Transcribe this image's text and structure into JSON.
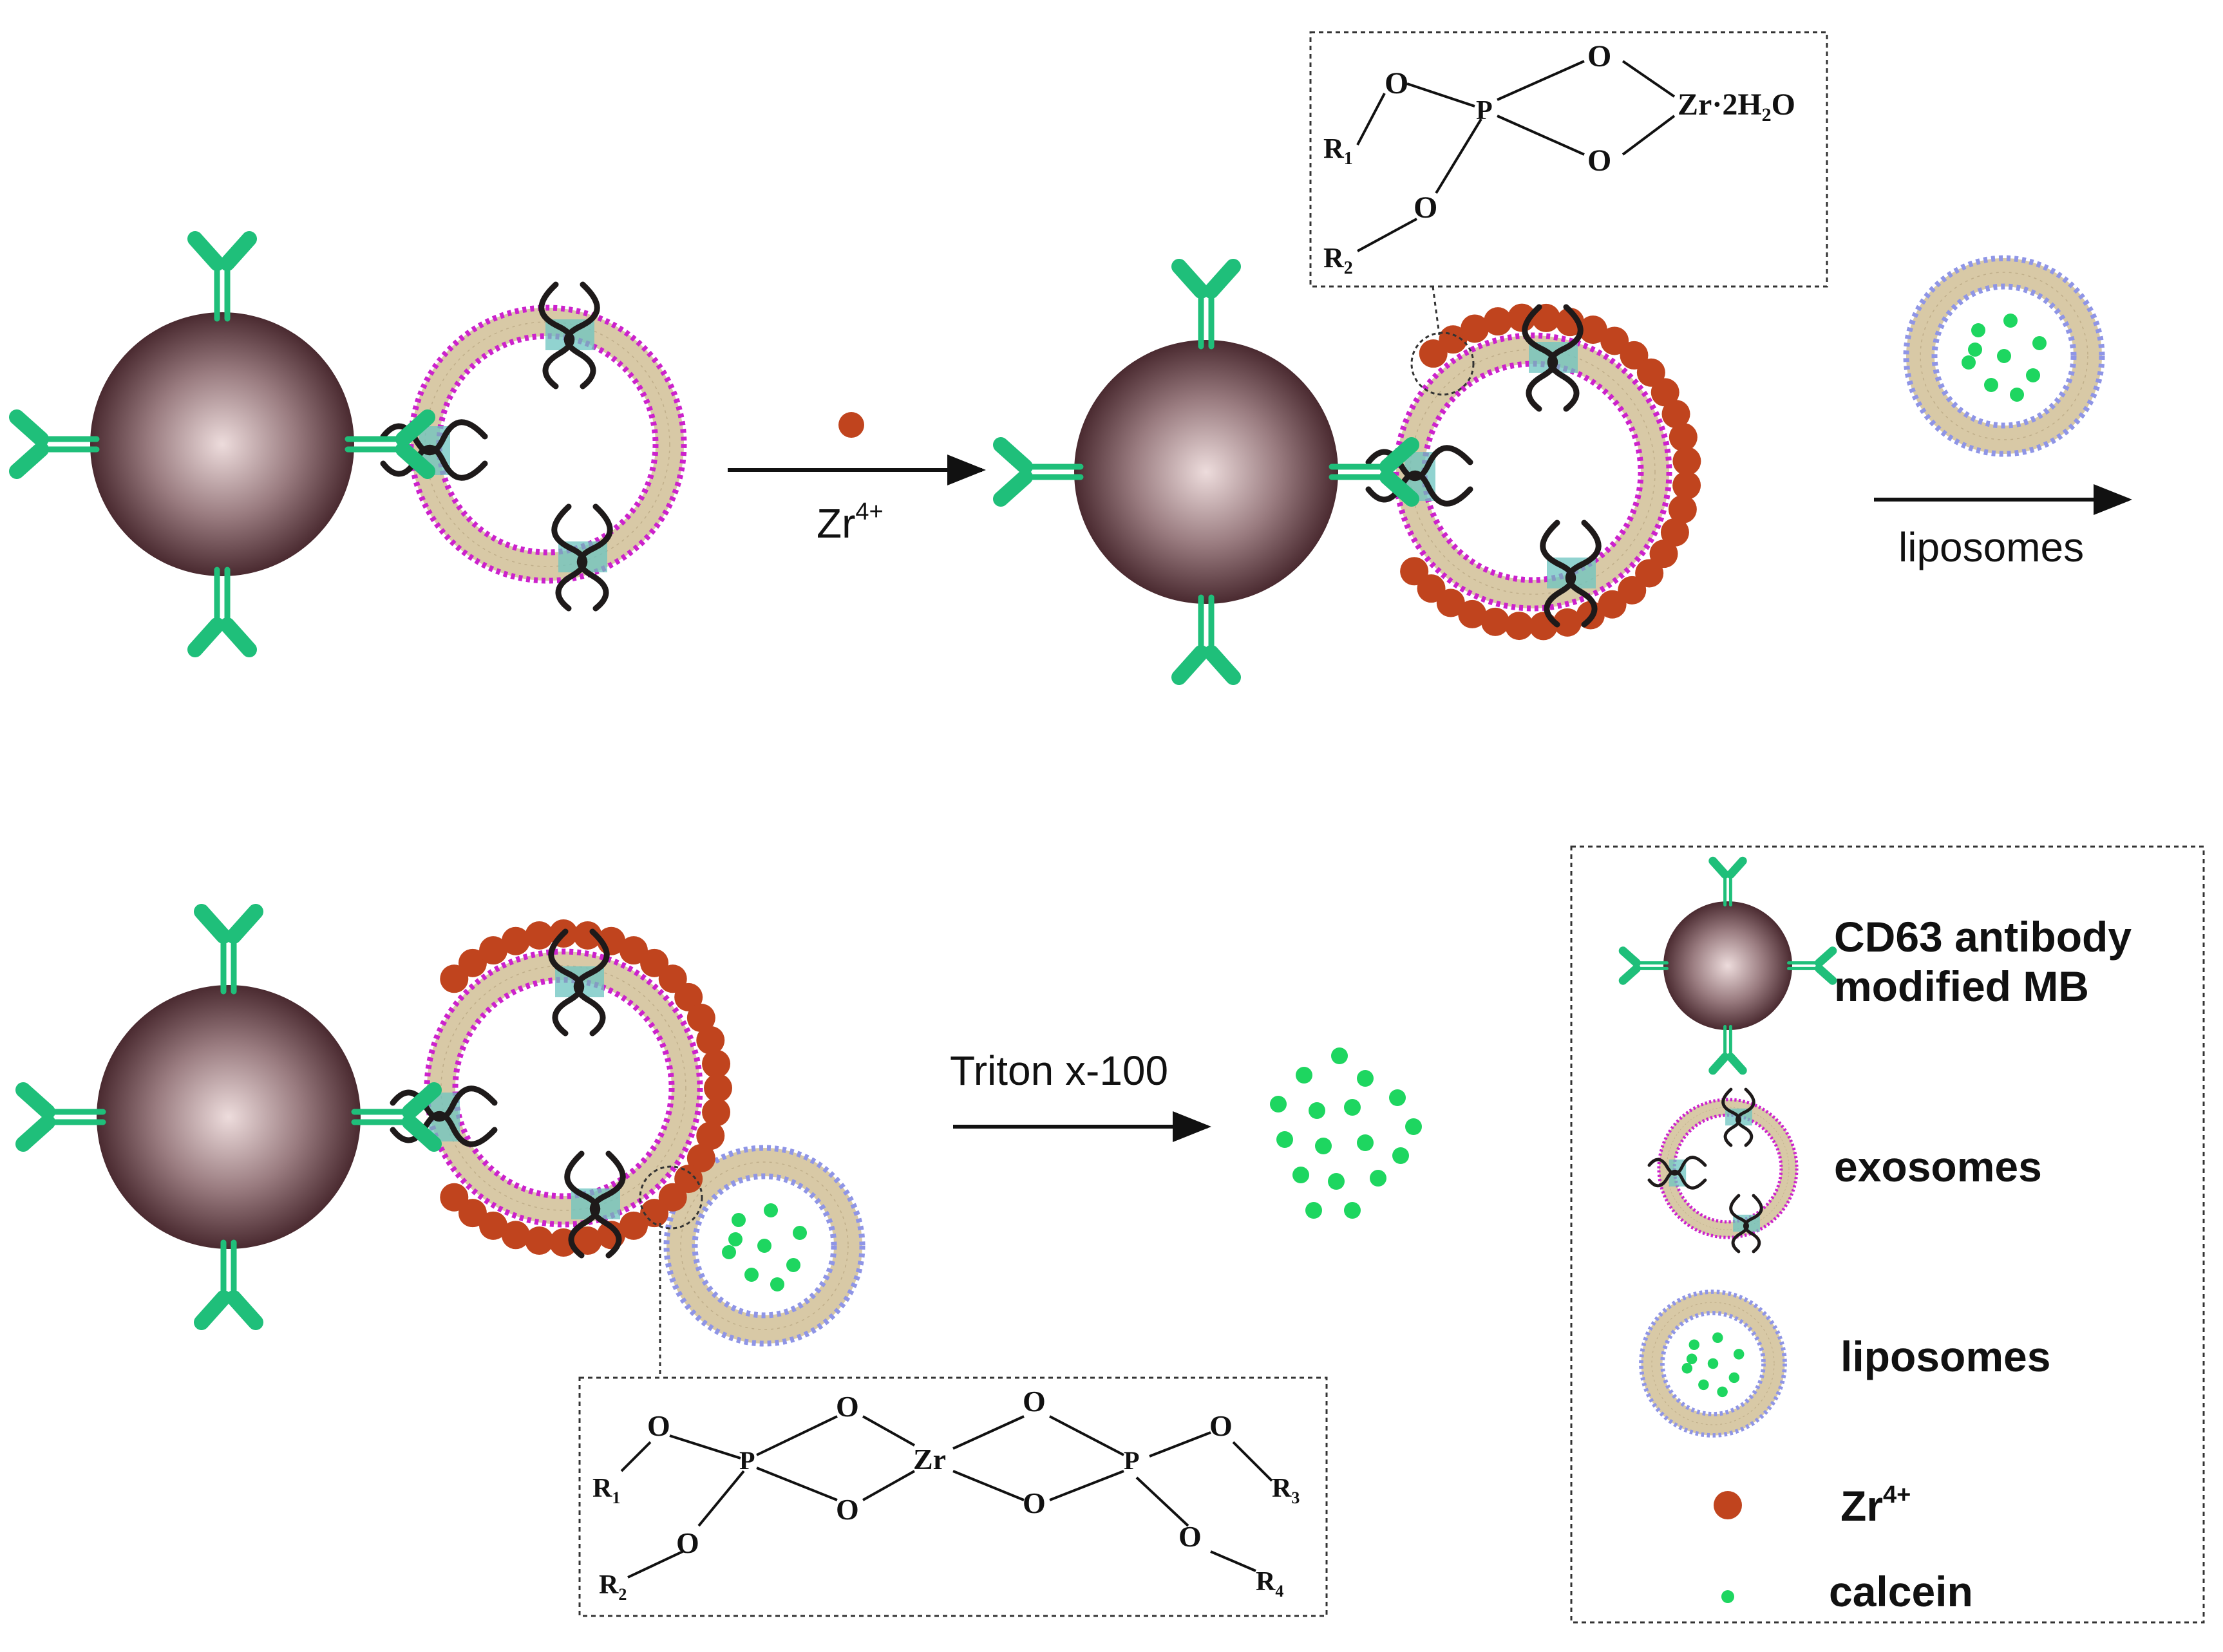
{
  "colors": {
    "antibody": "#1fbf7a",
    "bead_dark": "#4a2a30",
    "bead_light": "#eddcdc",
    "zr_ion": "#c0441e",
    "calcein": "#1ed660",
    "exosome_head": "#cc22cc",
    "liposome_head": "#8f95e6",
    "bilayer_tail": "#d8c9a6",
    "protein": "#1e1a1a",
    "membrane_teal": "#6cc4c0"
  },
  "arrows": {
    "zr_label": "Zr",
    "zr_charge": "4+",
    "liposomes_label": "liposomes",
    "triton_label": "Triton x-100"
  },
  "chem_top": {
    "o1": "O",
    "o2": "O",
    "o3": "O",
    "o4": "O",
    "p": "P",
    "zr": "Zr·2H",
    "zr_sub": "2",
    "zr_end": "O",
    "r1": "R",
    "r1_sub": "1",
    "r2": "R",
    "r2_sub": "2"
  },
  "chem_bottom": {
    "o_l1": "O",
    "o_l2": "O",
    "o_l3": "O",
    "o_l4": "O",
    "o_r1": "O",
    "o_r2": "O",
    "o_r3": "O",
    "o_r4": "O",
    "p_left": "P",
    "p_right": "P",
    "zr": "Zr",
    "r1": "R",
    "r1_sub": "1",
    "r2": "R",
    "r2_sub": "2",
    "r3": "R",
    "r3_sub": "3",
    "r4": "R",
    "r4_sub": "4"
  },
  "legend": {
    "mb_line1": "CD63  antibody",
    "mb_line2": "modified MB",
    "exosomes": "exosomes",
    "liposomes": "liposomes",
    "zr": "Zr",
    "zr_charge": "4+",
    "calcein": "calcein"
  }
}
